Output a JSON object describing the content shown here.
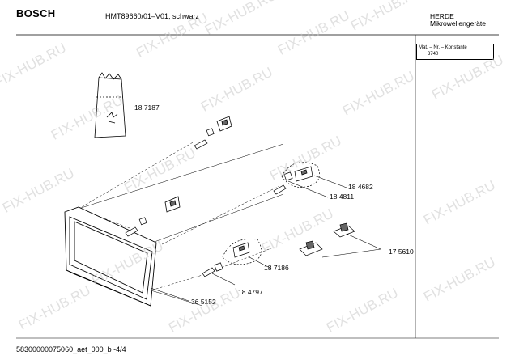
{
  "header": {
    "brand": "BOSCH",
    "model": "HMT89660/01–V01, schwarz",
    "category": "HERDE",
    "subcategory": "Mikrowellengeräte"
  },
  "matbox": {
    "line1": "Mat. – Nr. – Konstante",
    "line2": "3740"
  },
  "parts": [
    {
      "id": "p187187",
      "label": "18 7187"
    },
    {
      "id": "p184682",
      "label": "18 4682"
    },
    {
      "id": "p184811",
      "label": "18 4811"
    },
    {
      "id": "p175610",
      "label": "17 5610"
    },
    {
      "id": "p187186",
      "label": "18 7186"
    },
    {
      "id": "p184797",
      "label": "18 4797"
    },
    {
      "id": "p365152",
      "label": "36 5152"
    }
  ],
  "footer": "58300000075060_aet_000_b -4/4",
  "watermark": "FIX-HUB.RU"
}
